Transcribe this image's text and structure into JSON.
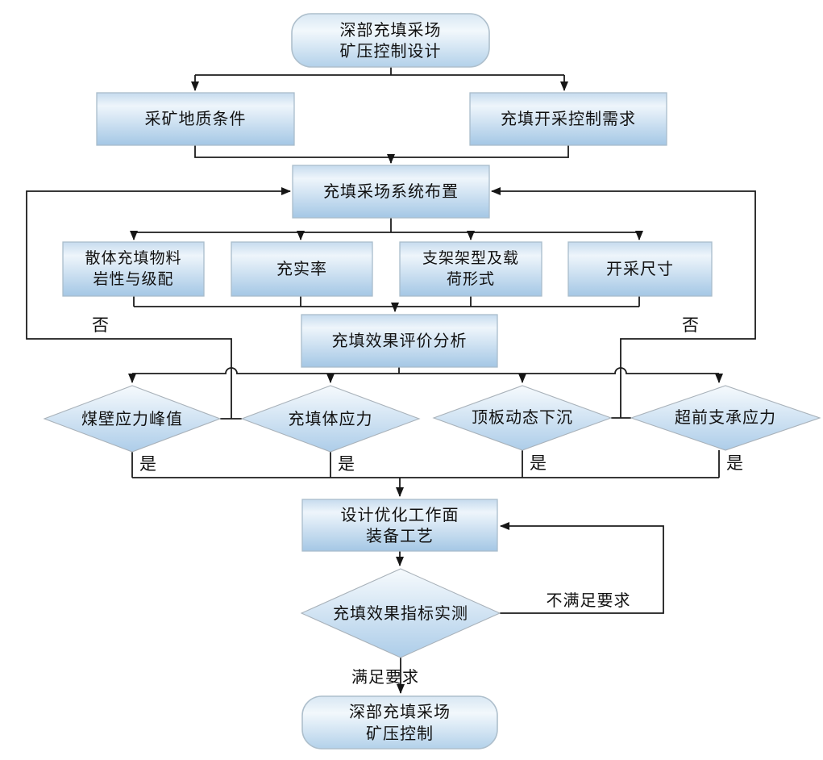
{
  "figure": {
    "background_color": "#ffffff",
    "line_color": "#1c1c1c",
    "node_border_color": "#a4b9ca",
    "node_fill_top": "#eef5fb",
    "node_fill_bottom": "#a4c7e5",
    "nodes": {
      "start": "深部充填采场\n矿压控制设计",
      "geology": "采矿地质条件",
      "demand": "充填开采控制需求",
      "system_layout": "充填采场系统布置",
      "material": "散体充填物料\n岩性与级配",
      "fill_rate": "充实率",
      "support": "支架架型及载\n荷形式",
      "mining_size": "开采尺寸",
      "evaluation": "充填效果评价分析",
      "coal_wall_stress": "煤壁应力峰值",
      "backfill_stress": "充填体应力",
      "roof_subsidence": "顶板动态下沉",
      "abutment_stress": "超前支承应力",
      "optimize": "设计优化工作面\n装备工艺",
      "measurement": "充填效果指标实测",
      "end": "深部充填采场\n矿压控制"
    },
    "edge_labels": {
      "no": "否",
      "yes": "是",
      "not_satisfied": "不满足要求",
      "satisfied": "满足要求"
    }
  }
}
